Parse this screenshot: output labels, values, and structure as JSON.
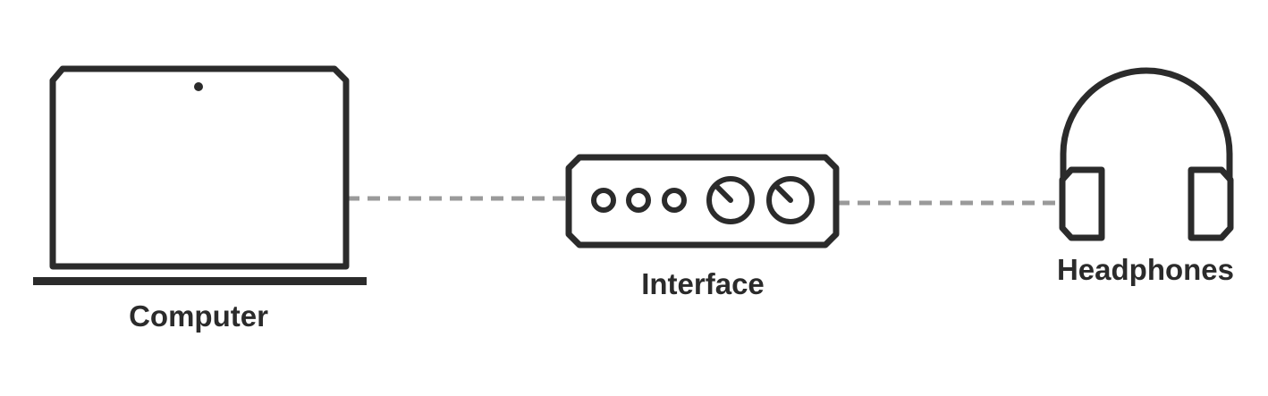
{
  "diagram": {
    "nodes": [
      {
        "id": "computer",
        "label": "Computer",
        "icon": "laptop-icon"
      },
      {
        "id": "interface",
        "label": "Interface",
        "icon": "audio-interface-icon"
      },
      {
        "id": "headphones",
        "label": "Headphones",
        "icon": "headphones-icon"
      }
    ],
    "connections": [
      {
        "from": "computer",
        "to": "interface",
        "style": "dashed"
      },
      {
        "from": "interface",
        "to": "headphones",
        "style": "dashed"
      }
    ],
    "colors": {
      "outline": "#2b2b2b",
      "connector": "#9a9a9a",
      "background": "#ffffff"
    }
  }
}
